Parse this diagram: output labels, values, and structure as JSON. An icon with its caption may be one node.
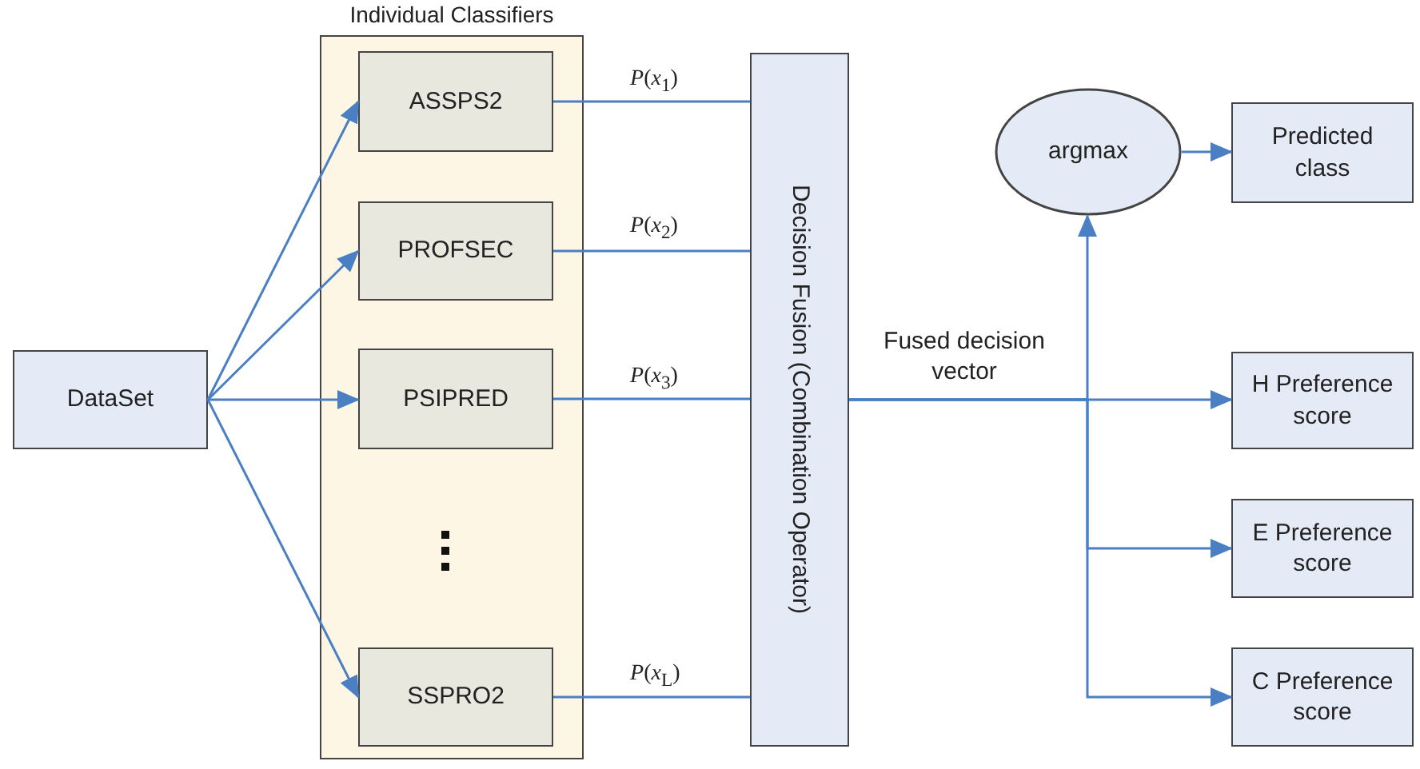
{
  "diagram": {
    "nodes": [
      {
        "text": [
          "Individual Classifiers"
        ]
      },
      {
        "text": [
          "DataSet"
        ]
      },
      {
        "text": [
          "ASSPS2"
        ],
        "in": 0
      },
      {
        "text": [
          "PROFSEC"
        ],
        "in": 0
      },
      {
        "text": [
          "PSIPRED"
        ],
        "in": 0
      },
      {
        "text": [
          "SSPRO2"
        ],
        "in": 0
      },
      {
        "text": [
          "Decision Fusion (Combination Operator)"
        ]
      },
      {
        "text": [
          "argmax"
        ]
      },
      {
        "text": [
          "Predicted class"
        ]
      },
      {
        "text": [
          "H Preference score"
        ]
      },
      {
        "text": [
          "E Preference score"
        ]
      },
      {
        "text": [
          "C Preference score"
        ]
      }
    ],
    "edges": [
      {
        "from": 1,
        "to": 2,
        "arrow": "to"
      },
      {
        "from": 1,
        "to": 3,
        "arrow": "to"
      },
      {
        "from": 1,
        "to": 4,
        "arrow": "to"
      },
      {
        "from": 1,
        "to": 5,
        "arrow": "to"
      },
      {
        "from": 2,
        "to": 6,
        "arrow": "none",
        "label": "*P*(*x*$_{1}$)"
      },
      {
        "from": 3,
        "to": 6,
        "arrow": "none",
        "label": "*P*(*x*$_{2}$)"
      },
      {
        "from": 4,
        "to": 6,
        "arrow": "none",
        "label": "*P*(*x*$_{3}$)"
      },
      {
        "from": 5,
        "to": 6,
        "arrow": "none",
        "label": "*P*(*x*$_{L}$)"
      },
      {
        "from": 6,
        "to": 9,
        "arrow": "to",
        "label": "Fused decision vector"
      },
      {
        "from": 6,
        "to": 7,
        "arrow": "to"
      },
      {
        "from": 6,
        "to": 10,
        "arrow": "to"
      },
      {
        "from": 6,
        "to": 11,
        "arrow": "to"
      },
      {
        "from": 7,
        "to": 8,
        "arrow": "to"
      }
    ]
  }
}
